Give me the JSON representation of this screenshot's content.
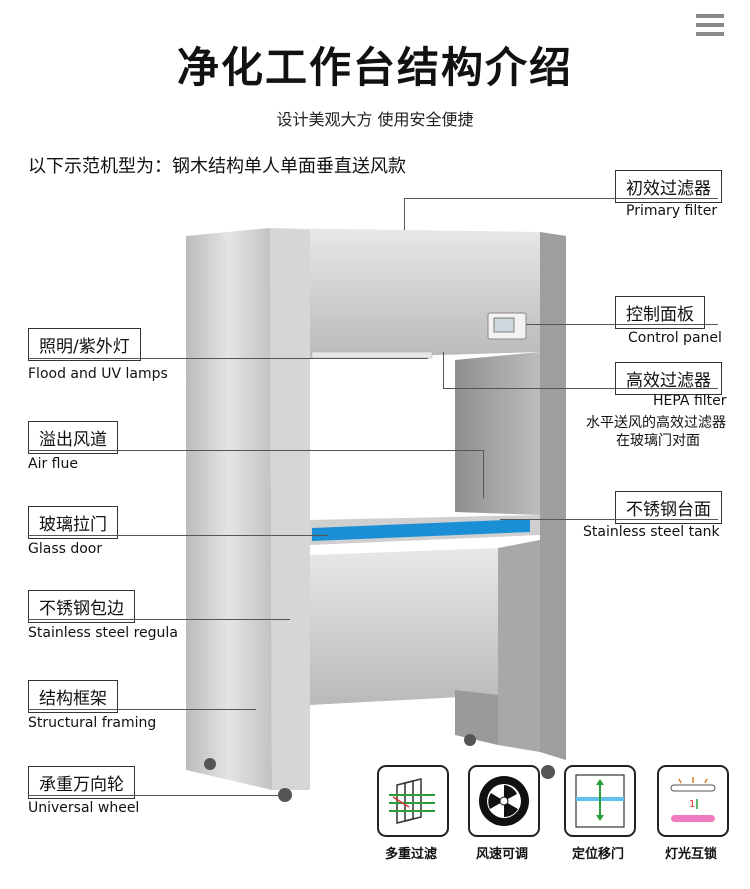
{
  "header": {
    "title": "净化工作台结构介绍",
    "subtitle": "设计美观大方 使用安全便捷",
    "intro": "以下示范机型为：钢木结构单人单面垂直送风款"
  },
  "labels_left": [
    {
      "cn": "照明/紫外灯",
      "en": "Flood and UV lamps"
    },
    {
      "cn": "溢出风道",
      "en": "Air flue"
    },
    {
      "cn": "玻璃拉门",
      "en": "Glass door"
    },
    {
      "cn": "不锈钢包边",
      "en": "Stainless steel regula"
    },
    {
      "cn": "结构框架",
      "en": "Structural framing"
    },
    {
      "cn": "承重万向轮",
      "en": "Universal wheel"
    }
  ],
  "labels_right": [
    {
      "cn": "初效过滤器",
      "en": "Primary filter"
    },
    {
      "cn": "控制面板",
      "en": "Control panel"
    },
    {
      "cn": "高效过滤器",
      "en": "HEPA filter",
      "note1": "水平送风的高效过滤器",
      "note2": "在玻璃门对面"
    },
    {
      "cn": "不锈钢台面",
      "en": "Stainless steel tank"
    }
  ],
  "features": [
    {
      "label": "多重过滤",
      "icon": "multi-filter-icon"
    },
    {
      "label": "风速可调",
      "icon": "fan-icon"
    },
    {
      "label": "定位移门",
      "icon": "sliding-door-icon"
    },
    {
      "label": "灯光互锁",
      "icon": "light-interlock-icon"
    }
  ],
  "colors": {
    "accent_blue": "#1a8fd6",
    "steel": "#c9c9c9",
    "line": "#555555"
  }
}
